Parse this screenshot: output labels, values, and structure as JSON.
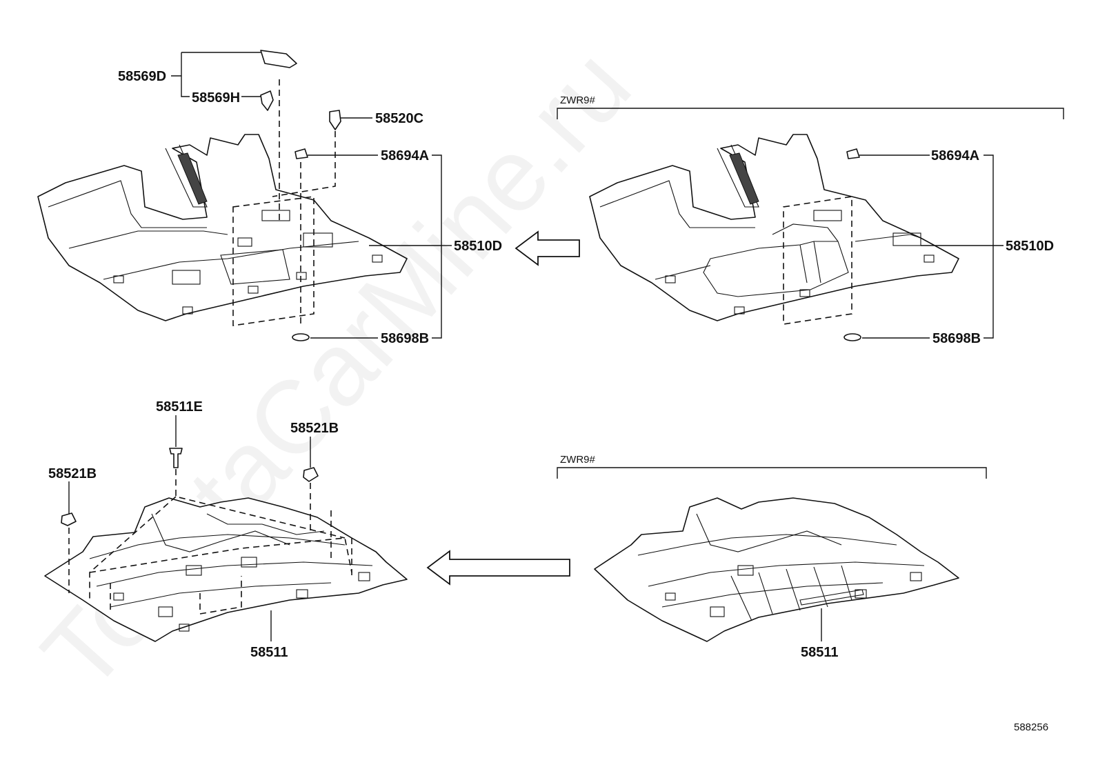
{
  "watermark": "ToyotaCarMine.ru",
  "diagram_id": "588256",
  "panels": {
    "top_left": {
      "labels": {
        "p58569D": "58569D",
        "p58569H": "58569H",
        "p58520C": "58520C",
        "p58694A": "58694A",
        "p58510D": "58510D",
        "p58698B": "58698B"
      }
    },
    "top_right": {
      "variant": "ZWR9#",
      "labels": {
        "p58694A": "58694A",
        "p58510D": "58510D",
        "p58698B": "58698B"
      }
    },
    "bottom_left": {
      "labels": {
        "p58511E": "58511E",
        "p58521B_right": "58521B",
        "p58521B_left": "58521B",
        "p58511": "58511"
      }
    },
    "bottom_right": {
      "variant": "ZWR9#",
      "labels": {
        "p58511": "58511"
      }
    }
  }
}
